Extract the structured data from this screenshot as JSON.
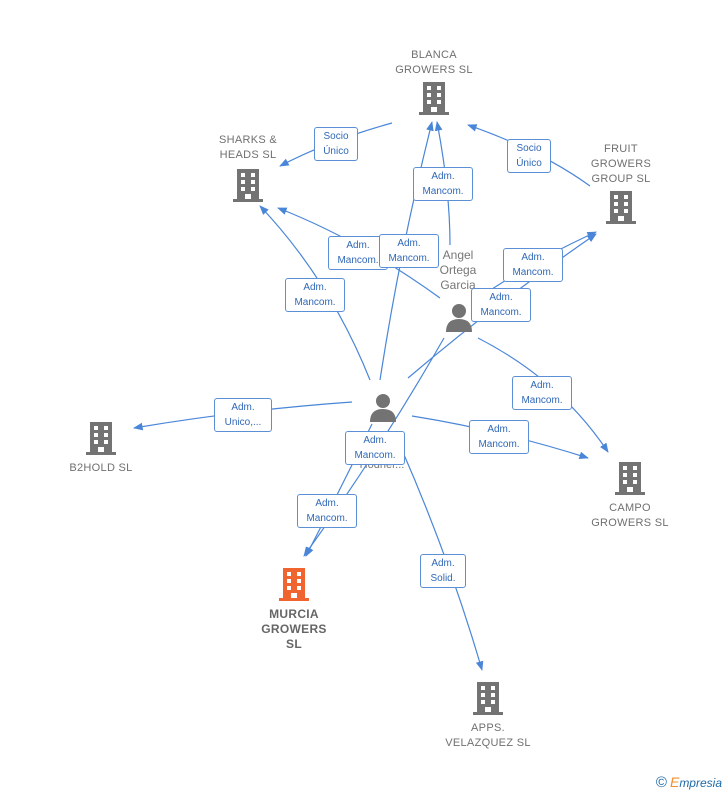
{
  "companies": {
    "blanca": "BLANCA\nGROWERS SL",
    "sharks": "SHARKS &\nHEADS SL",
    "fruit": "FRUIT\nGROWERS\nGROUP SL",
    "b2hold": "B2HOLD SL",
    "campo": "CAMPO\nGROWERS SL",
    "murcia": "MURCIA\nGROWERS\nSL",
    "apps": "APPS.\nVELAZQUEZ SL"
  },
  "persons": {
    "angel": "Angel\nOrtega\nGarcia",
    "center_partial": "Hodner..."
  },
  "relations": [
    "Socio\nÚnico",
    "Socio\nÚnico",
    "Adm.\nMancom.",
    "Adm.\nMancom.",
    "Adm.\nMancom.",
    "Adm.\nMancom.",
    "Adm.\nMancom.",
    "Adm.\nMancom.",
    "Adm.\nMancom.",
    "Adm.\nUnico,...",
    "Adm.\nMancom.",
    "Adm.\nMancom.",
    "Adm.\nMancom.",
    "Adm.\nSolid."
  ],
  "footer": {
    "copyright_symbol": "©",
    "brand_initial": "E",
    "brand_rest": "mpresia"
  },
  "colors": {
    "edge": "#4a86d8",
    "building": "#737373",
    "building_highlight": "#f0642f",
    "person": "#737373"
  }
}
